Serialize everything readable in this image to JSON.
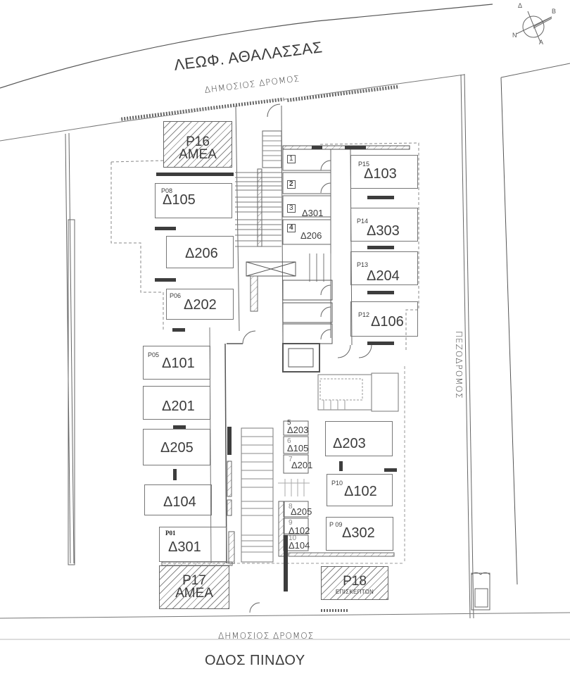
{
  "streets": {
    "north": {
      "name": "ΛΕΩΦ. ΑΘΑΛΑΣΣΑΣ",
      "type": "ΔΗΜΟΣΙΟΣ ΔΡΟΜΟΣ"
    },
    "south": {
      "name": "ΟΔΟΣ ΠΙΝΔΟΥ",
      "type": "ΔΗΜΟΣΙΟΣ ΔΡΟΜΟΣ"
    },
    "east": {
      "name": "ΠΕΖΟΔΡΟΜΟΣ"
    }
  },
  "compass": {
    "labels": [
      "Δ",
      "Β",
      "Ν",
      "Α"
    ]
  },
  "accessible_spaces": [
    {
      "code": "P16",
      "label": "ΑΜΕΑ"
    },
    {
      "code": "P17",
      "label": "ΑΜΕΑ"
    }
  ],
  "visitor_space": {
    "code": "P18",
    "label": "ΕΠΙΣΚΕΠΤΩΝ"
  },
  "parking_west": [
    {
      "code": "P08",
      "unit": "Δ105"
    },
    {
      "code": "",
      "unit": "Δ206"
    },
    {
      "code": "P06",
      "unit": "Δ202"
    },
    {
      "code": "P05",
      "unit": "Δ101"
    },
    {
      "code": "",
      "unit": "Δ201"
    },
    {
      "code": "",
      "unit": "Δ205"
    },
    {
      "code": "",
      "unit": "Δ104"
    },
    {
      "code": "P01",
      "unit": "Δ301"
    }
  ],
  "parking_east": [
    {
      "code": "P15",
      "unit": "Δ103"
    },
    {
      "code": "P14",
      "unit": "Δ303"
    },
    {
      "code": "P13",
      "unit": "Δ204"
    },
    {
      "code": "P12",
      "unit": "Δ106"
    },
    {
      "code": "",
      "unit": "Δ203"
    },
    {
      "code": "P10",
      "unit": "Δ102"
    },
    {
      "code": "P 09",
      "unit": "Δ302"
    }
  ],
  "storage_north": [
    {
      "num": "1",
      "unit": ""
    },
    {
      "num": "2",
      "unit": ""
    },
    {
      "num": "3",
      "unit": "Δ301"
    },
    {
      "num": "4",
      "unit": "Δ206"
    }
  ],
  "storage_south": [
    {
      "num": "5",
      "unit": "Δ203"
    },
    {
      "num": "6",
      "unit": "Δ105"
    },
    {
      "num": "7",
      "unit": "Δ201"
    },
    {
      "num": "8",
      "unit": "Δ205"
    },
    {
      "num": "9",
      "unit": "Δ102"
    },
    {
      "num": "10",
      "unit": "Δ104"
    }
  ]
}
